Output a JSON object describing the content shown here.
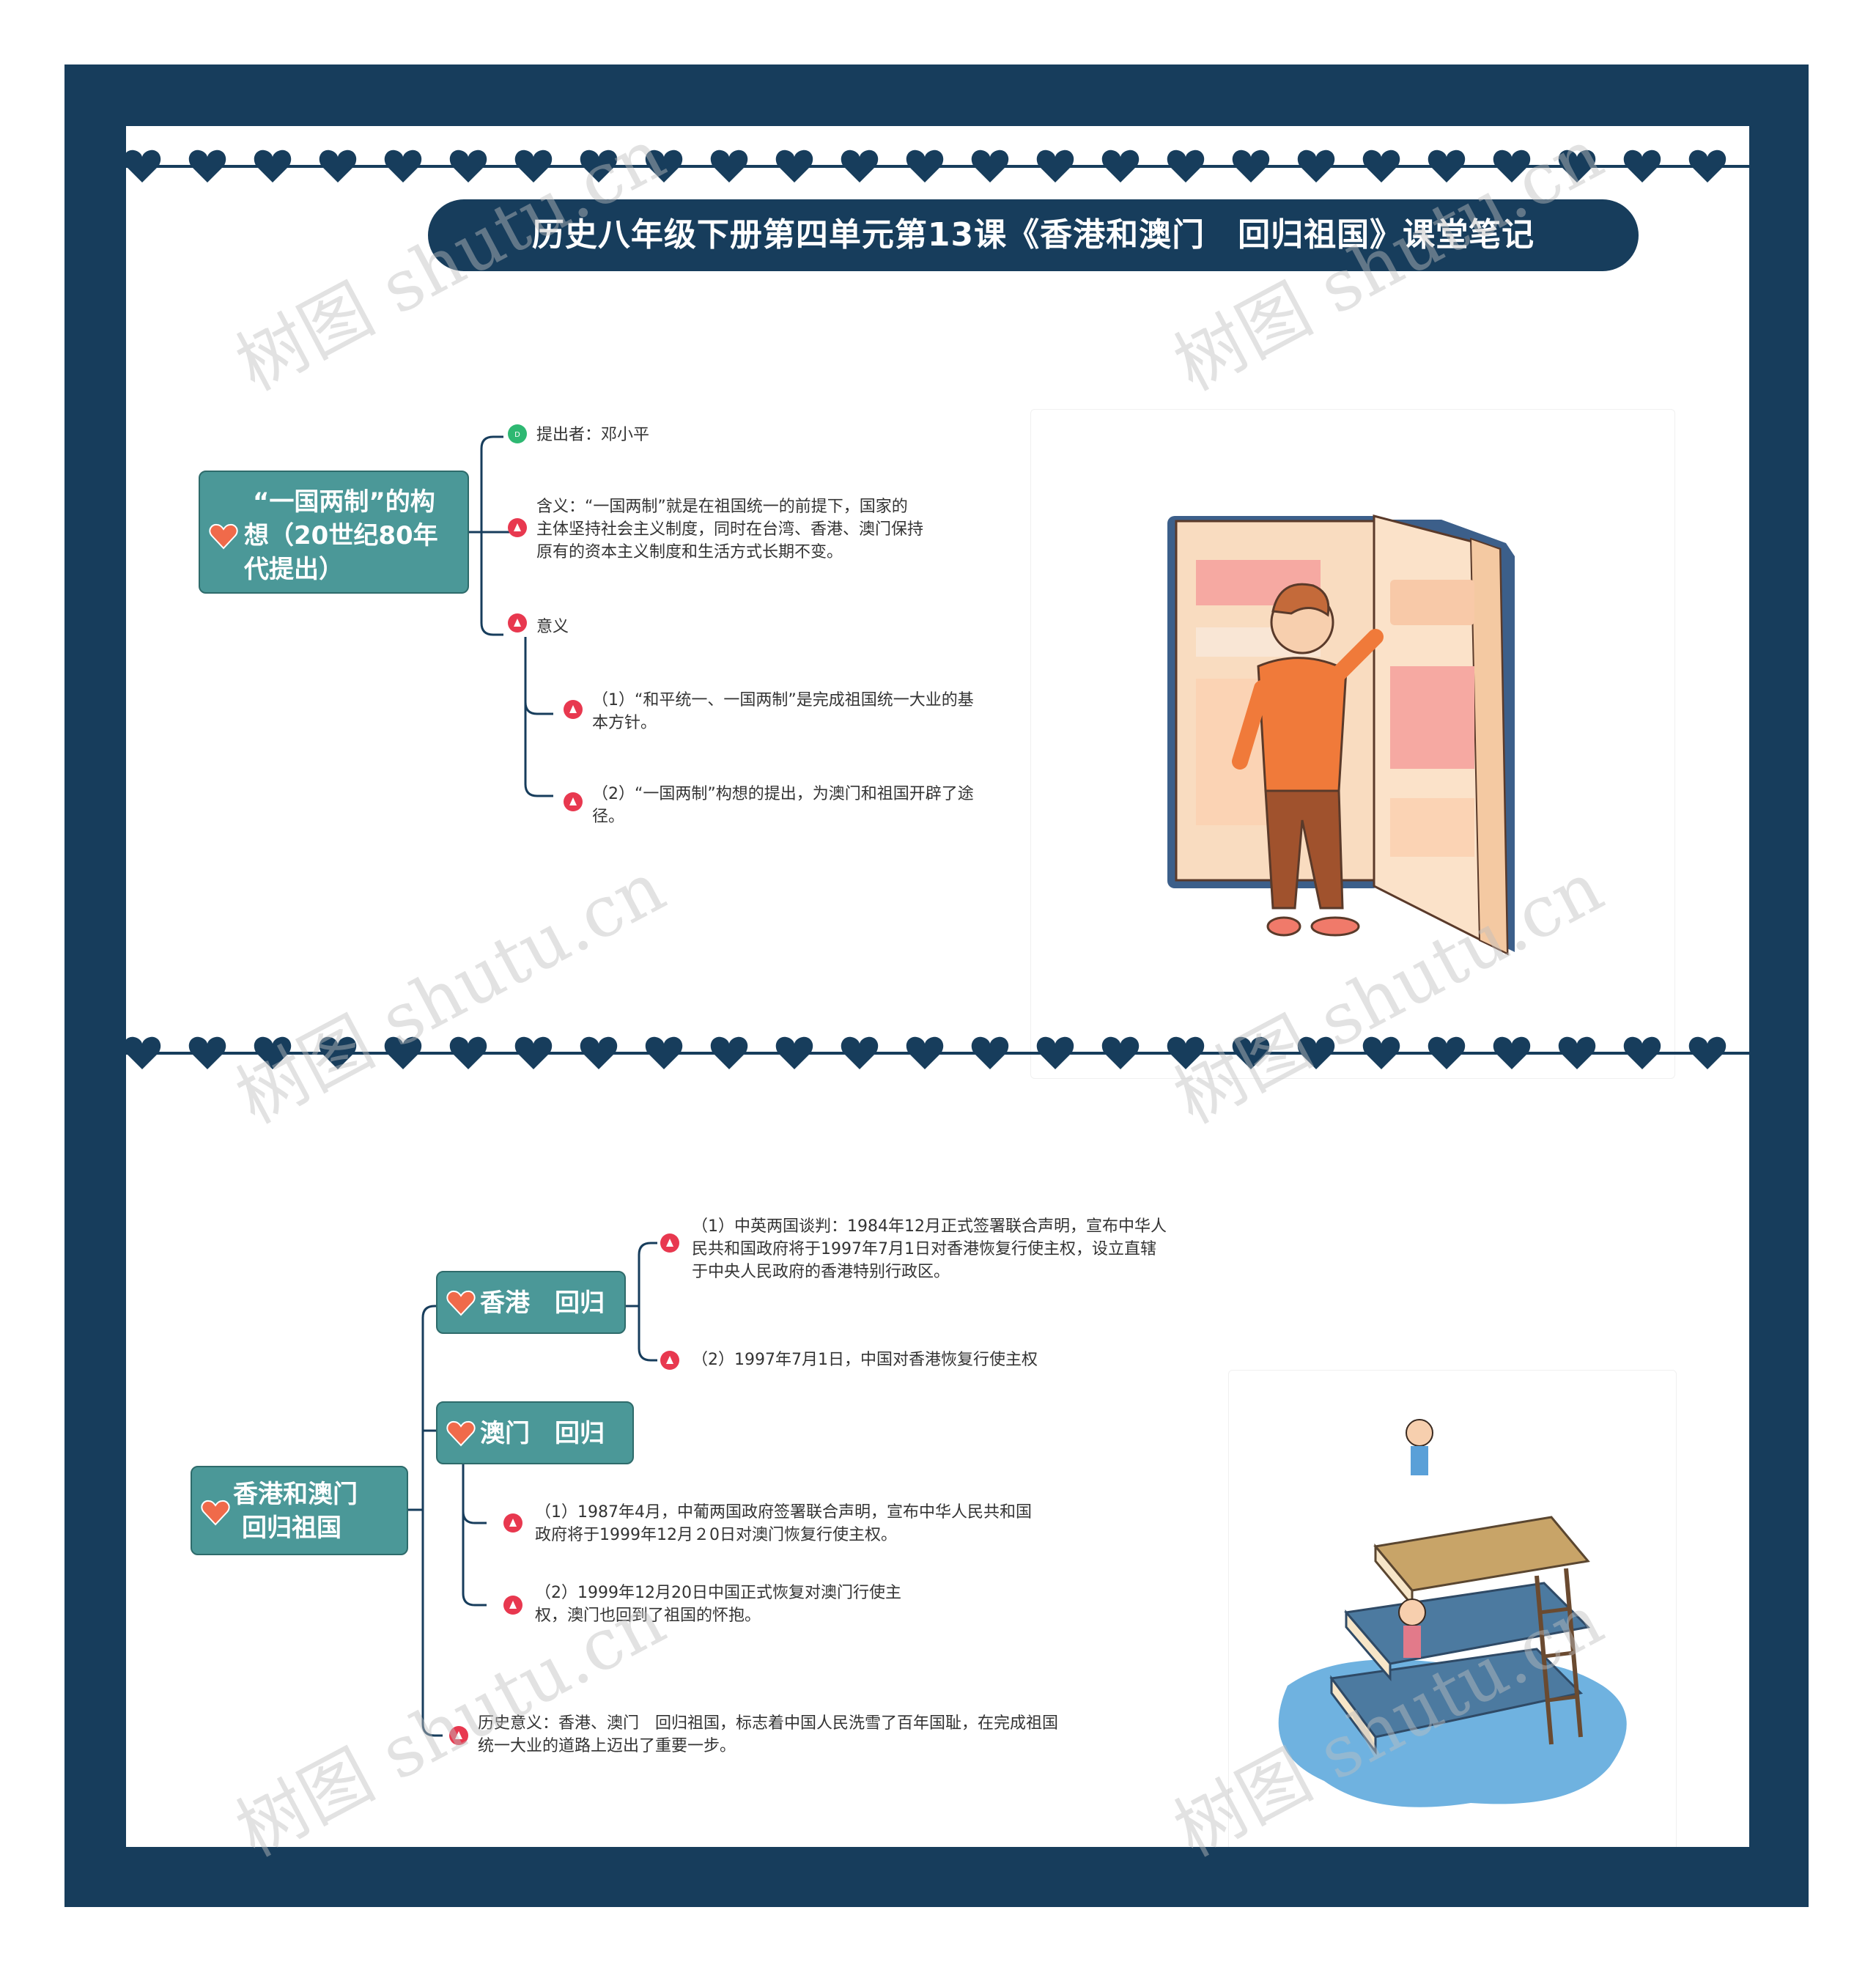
{
  "title": "历史八年级下册第四单元第13课《香港和澳门　回归祖国》课堂笔记",
  "section1": {
    "topic": [
      "“一国两制”的构",
      "想（20世纪80年",
      "代提出）"
    ],
    "proposer": "提出者：邓小平",
    "meaning_label": "含义：",
    "meaning_lines": [
      "含义：“一国两制”就是在祖国统一的前提下，国家的",
      "主体坚持社会主义制度，同时在台湾、香港、澳门保持",
      "原有的资本主义制度和生活方式长期不变。"
    ],
    "significance": "意义",
    "sig1_lines": [
      "（1）“和平统一、一国两制”是完成祖国统一大业的基",
      "本方针。"
    ],
    "sig2_lines": [
      "（2）“一国两制”构想的提出，为澳门和祖国开辟了途",
      "径。"
    ]
  },
  "section2": {
    "topic": [
      "香港和澳门",
      "回归祖国"
    ],
    "hk": {
      "label": "香港　回归",
      "item1_lines": [
        "（1）中英两国谈判：1984年12月正式签署联合声明，宣布中华人",
        "民共和国政府将于1997年7月1日对香港恢复行使主权，设立直辖",
        "于中央人民政府的香港特别行政区。"
      ],
      "item2": "（2）1997年7月1日，中国对香港恢复行使主权"
    },
    "macau": {
      "label": "澳门　回归",
      "item1_lines": [
        "（1）1987年4月，中葡两国政府签署联合声明，宣布中华人民共和国",
        "政府将于1999年12月２0日对澳门恢复行使主权。"
      ],
      "item2_lines": [
        "（2）1999年12月20日中国正式恢复对澳门行使主",
        "权，澳门也回到了祖国的怀抱。"
      ]
    },
    "history_lines": [
      "历史意义：香港、澳门　回归祖国，标志着中国人民洗雪了百年国耻，在完成祖国",
      "统一大业的道路上迈出了重要一步。"
    ]
  },
  "watermark": "树图 shutu.cn",
  "colors": {
    "frame": "#173d5c",
    "topic": "#4b9898",
    "heart": "#f06a4a",
    "marker": "#e8384f"
  }
}
